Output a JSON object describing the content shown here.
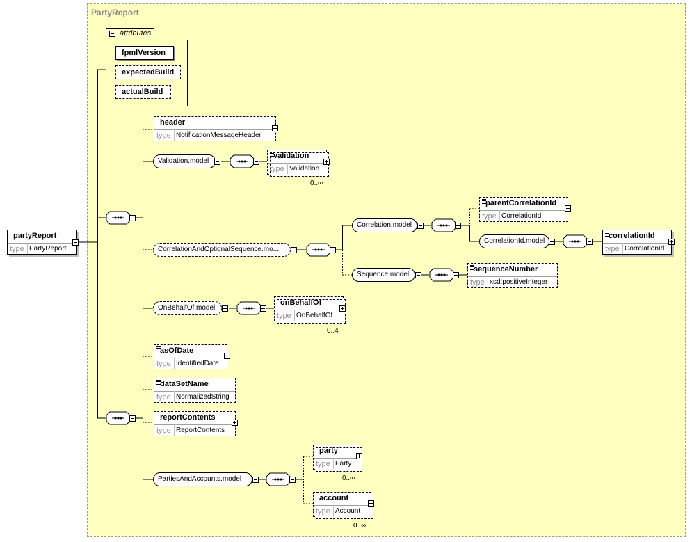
{
  "title": "PartyReport",
  "attributes": {
    "label": "attributes",
    "items": [
      "fpmlVersion",
      "expectedBuild",
      "actualBuild"
    ]
  },
  "type_label": "type",
  "root": {
    "name": "partyReport",
    "type": "PartyReport"
  },
  "header": {
    "name": "header",
    "type": "NotificationMessageHeader"
  },
  "validation_model": "Validation.model",
  "validation": {
    "name": "validation",
    "type": "Validation",
    "cardinality": "0..∞"
  },
  "correlation_optional": "CorrelationAndOptionalSequence.mo...",
  "correlation_model": "Correlation.model",
  "parent_correlation": {
    "name": "parentCorrelationId",
    "type": "CorrelationId"
  },
  "correlation_id_model": "CorrelationId.model",
  "correlation_id": {
    "name": "correlationId",
    "type": "CorrelationId"
  },
  "sequence_model": "Sequence.model",
  "sequence_number": {
    "name": "sequenceNumber",
    "type": "xsd:positiveInteger"
  },
  "on_behalf_of_model": "OnBehalfOf.model",
  "on_behalf_of": {
    "name": "onBehalfOf",
    "type": "OnBehalfOf",
    "cardinality": "0..4"
  },
  "as_of_date": {
    "name": "asOfDate",
    "type": "IdentifiedDate"
  },
  "data_set_name": {
    "name": "dataSetName",
    "type": "NormalizedString"
  },
  "report_contents": {
    "name": "reportContents",
    "type": "ReportContents"
  },
  "parties_accounts_model": "PartiesAndAccounts.model",
  "party": {
    "name": "party",
    "type": "Party",
    "cardinality": "0..∞"
  },
  "account": {
    "name": "account",
    "type": "Account",
    "cardinality": "0..∞"
  }
}
